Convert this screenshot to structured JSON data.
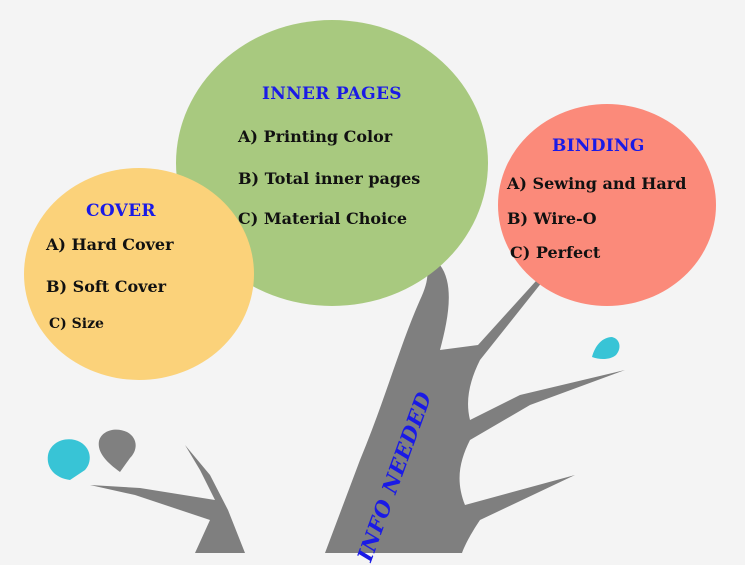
{
  "cover": {
    "title": "COVER",
    "items": [
      "A) Hard Cover",
      "B) Soft Cover",
      "C) Size"
    ]
  },
  "inner_pages": {
    "title": "INNER PAGES",
    "items": [
      "A) Printing Color",
      "B) Total inner pages",
      "C) Material Choice"
    ]
  },
  "binding": {
    "title": "BINDING",
    "items": [
      "A) Sewing and Hard",
      "B) Wire-O",
      "C) Perfect"
    ]
  },
  "trunk_label": "INFO NEEDED",
  "colors": {
    "cover": "#fbd27a",
    "inner_pages": "#a8c97f",
    "binding": "#fb8a7a",
    "tree": "#7f7f7f",
    "title_text": "#1a1ae6",
    "drop_cyan": "#38c4d6",
    "drop_gray": "#808080"
  }
}
